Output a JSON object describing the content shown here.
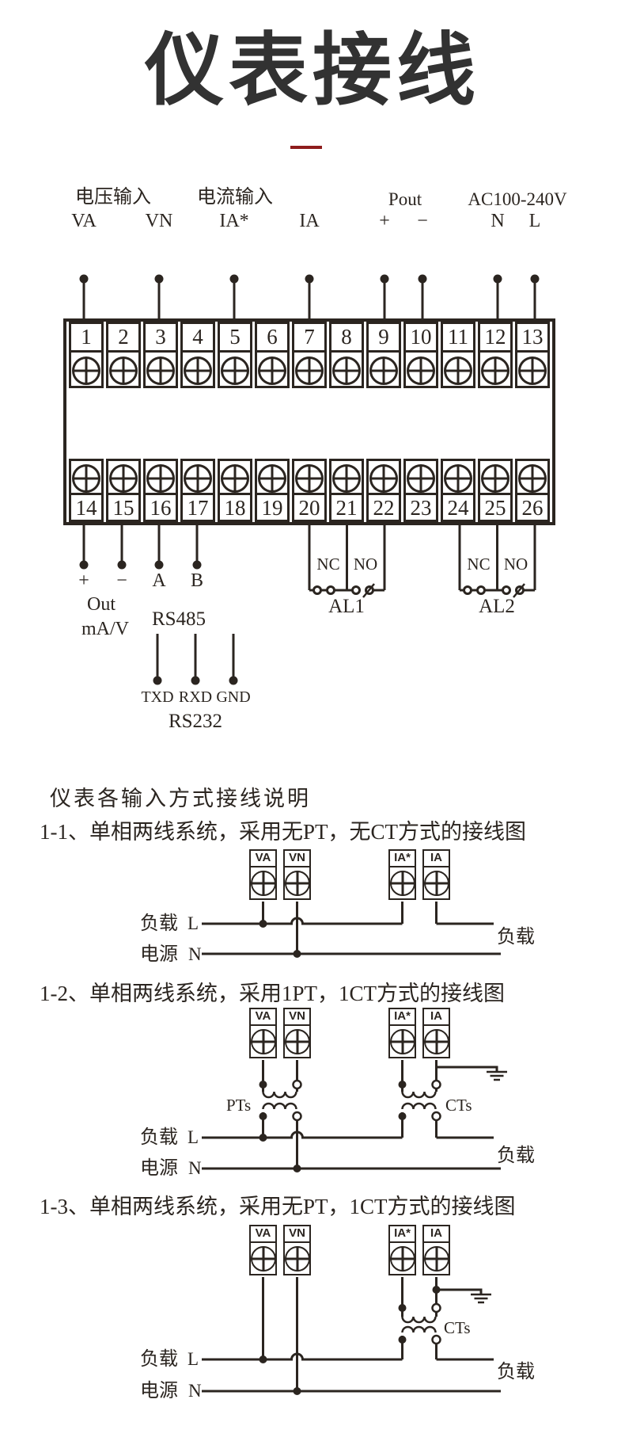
{
  "page": {
    "title": "仪表接线",
    "accent_color": "#8e1c1c"
  },
  "main_diagram": {
    "group_labels": {
      "voltage_input": "电压输入",
      "current_input": "电流输入",
      "pout": "Pout",
      "power_supply": "AC100-240V"
    },
    "top_pins": [
      "VA",
      "VN",
      "IA*",
      "IA",
      "+",
      "−",
      "N",
      "L"
    ],
    "terminal_numbers_top": [
      "1",
      "2",
      "3",
      "4",
      "5",
      "6",
      "7",
      "8",
      "9",
      "10",
      "11",
      "12",
      "13"
    ],
    "terminal_numbers_bottom": [
      "14",
      "15",
      "16",
      "17",
      "18",
      "19",
      "20",
      "21",
      "22",
      "23",
      "24",
      "25",
      "26"
    ],
    "bottom_pins": [
      "+",
      "−",
      "A",
      "B"
    ],
    "out_line1": "Out",
    "out_line2": "mA/V",
    "rs485_label": "RS485",
    "alarm1": {
      "nc": "NC",
      "no": "NO",
      "label": "AL1"
    },
    "alarm2": {
      "nc": "NC",
      "no": "NO",
      "label": "AL2"
    },
    "rs232": {
      "pins": [
        "TXD",
        "RXD",
        "GND"
      ],
      "label": "RS232"
    }
  },
  "sections": {
    "intro": "仪表各输入方式接线说明",
    "diagrams": [
      {
        "heading": "1-1、单相两线系统，采用无PT，无CT方式的接线图",
        "terminals": [
          "VA",
          "VN",
          "IA*",
          "IA"
        ],
        "load_left": "负载",
        "line_live": "L",
        "source_left": "电源",
        "line_neutral": "N",
        "load_right": "负载"
      },
      {
        "heading": "1-2、单相两线系统，采用1PT，1CT方式的接线图",
        "terminals": [
          "VA",
          "VN",
          "IA*",
          "IA"
        ],
        "pt_label": "PTs",
        "ct_label": "CTs",
        "load_left": "负载",
        "line_live": "L",
        "source_left": "电源",
        "line_neutral": "N",
        "load_right": "负载"
      },
      {
        "heading": "1-3、单相两线系统，采用无PT，1CT方式的接线图",
        "terminals": [
          "VA",
          "VN",
          "IA*",
          "IA"
        ],
        "ct_label": "CTs",
        "load_left": "负载",
        "line_live": "L",
        "source_left": "电源",
        "line_neutral": "N",
        "load_right": "负载"
      }
    ]
  }
}
